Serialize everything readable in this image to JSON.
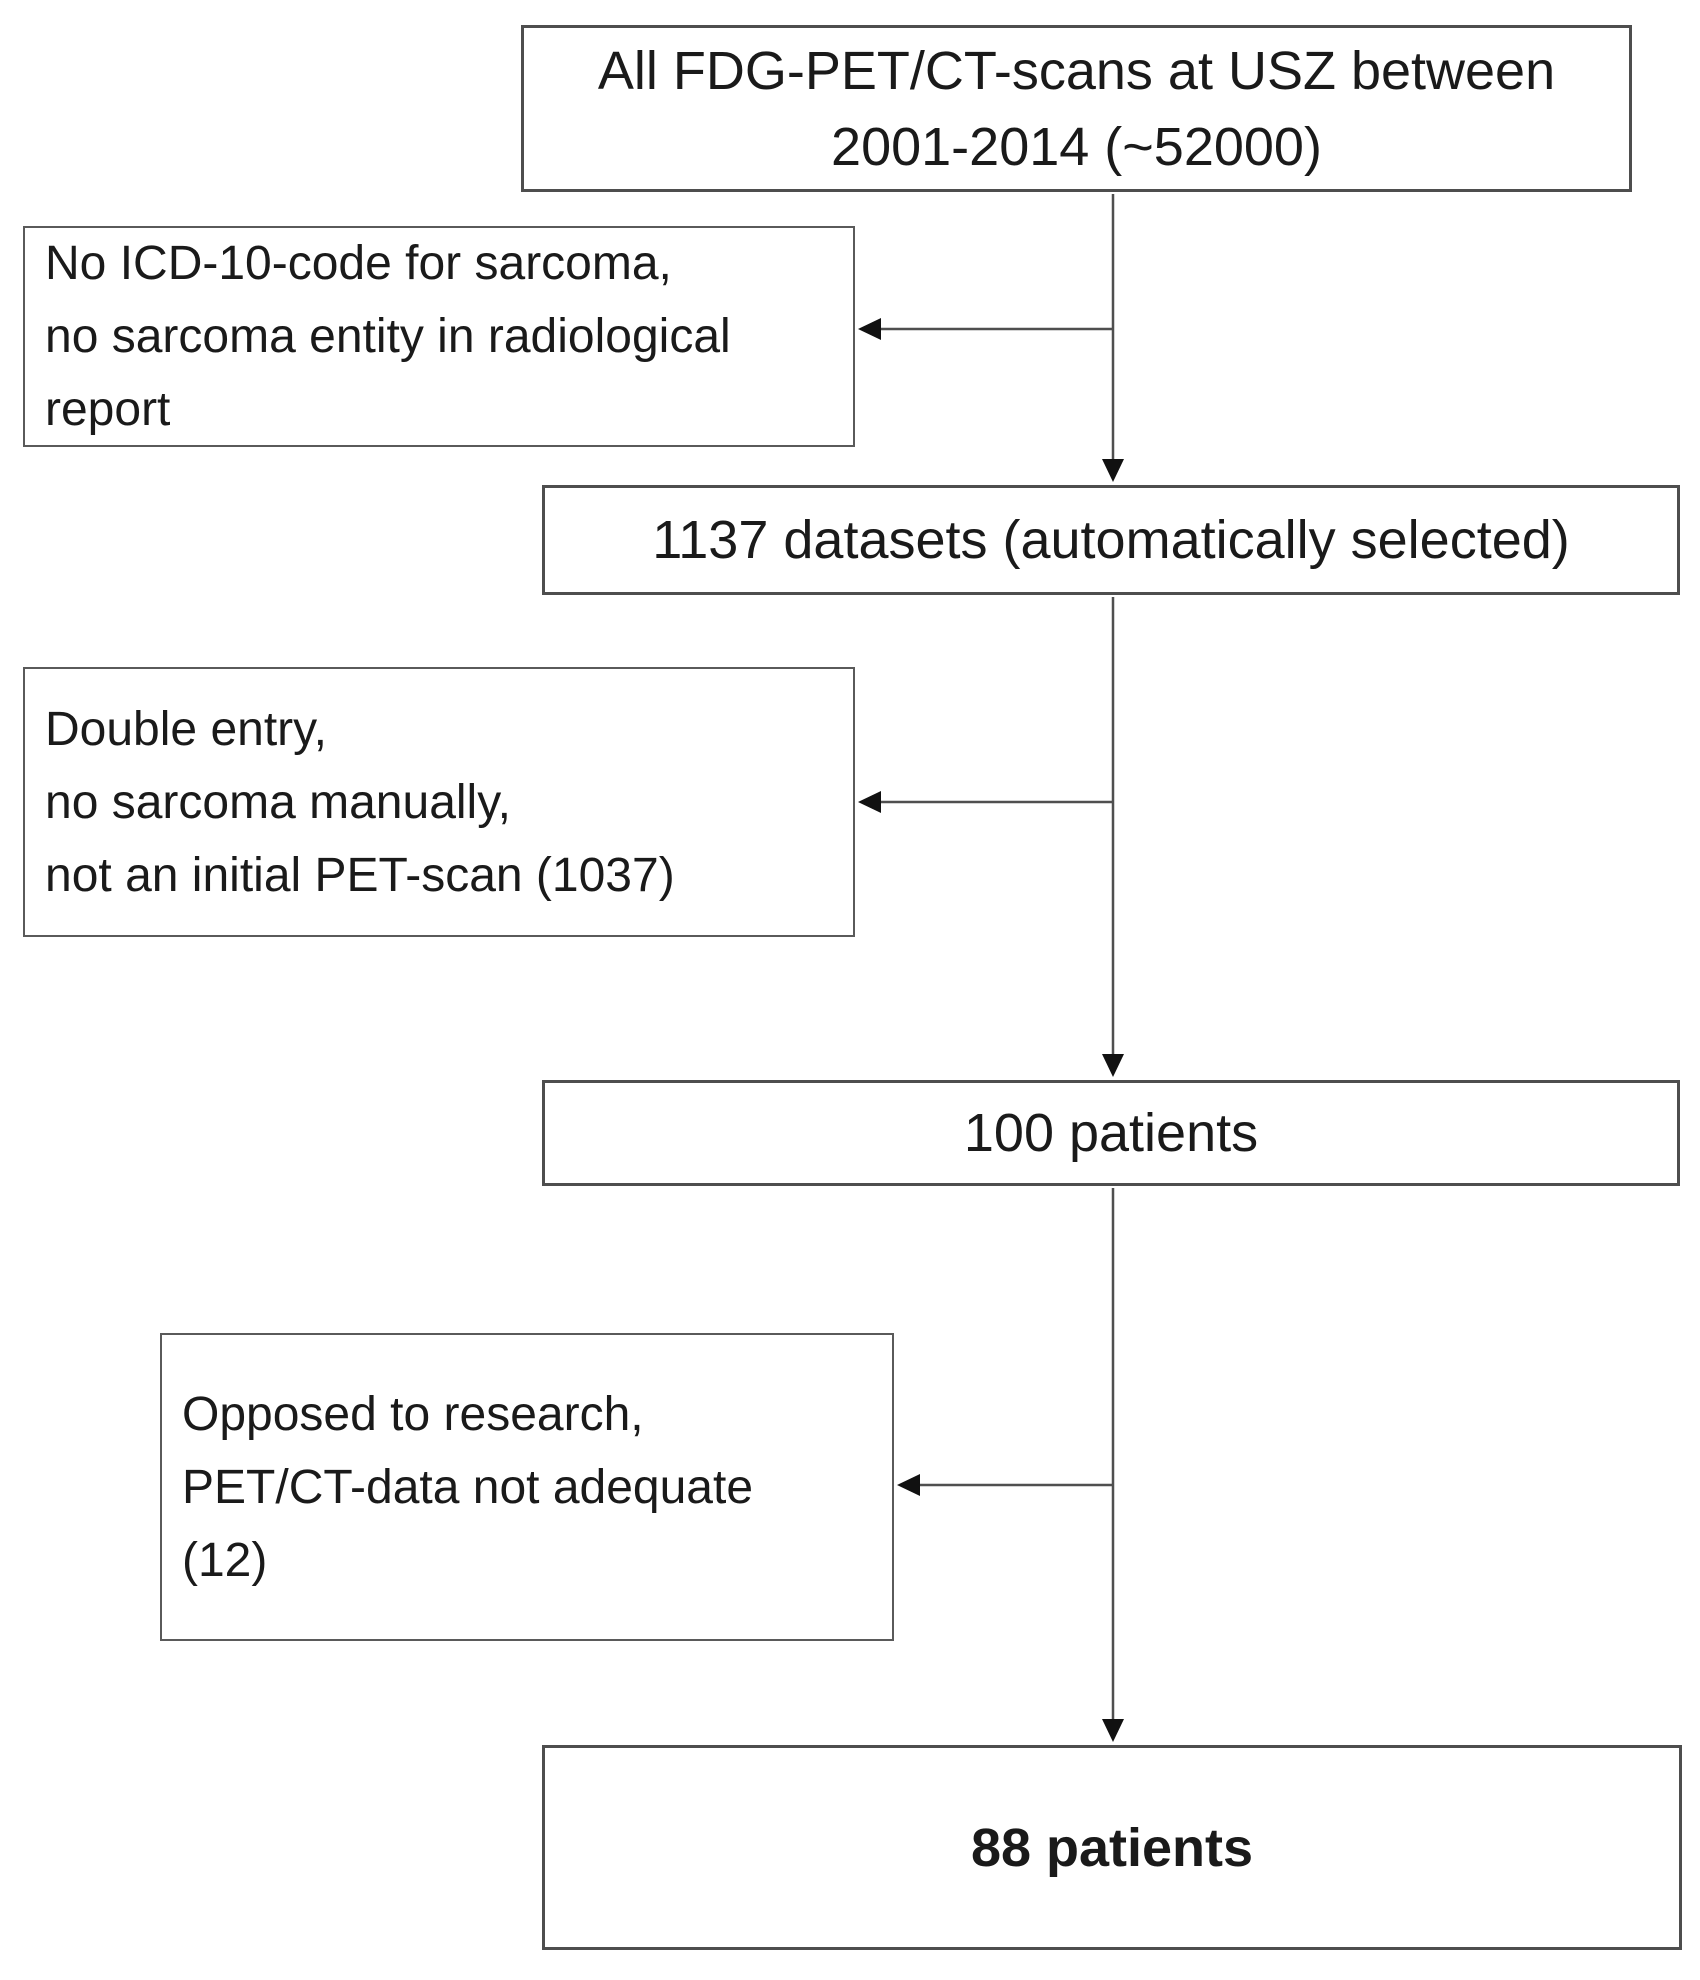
{
  "figure": {
    "kind": "patient-selection-flowchart"
  },
  "colors": {
    "background": "#ffffff",
    "text": "#1a1a1a",
    "box_border": "#4e4e4e",
    "exclusion_box_border": "#5a5a5a",
    "connector_line": "#4f4f4f",
    "arrowhead": "#111111"
  },
  "nodes": {
    "all_scans": {
      "lines": [
        "All FDG-PET/CT-scans at USZ between",
        "2001-2014 (~52000)"
      ]
    },
    "excluded_auto": {
      "lines": [
        "No ICD-10-code for sarcoma,",
        "no sarcoma entity in radiological",
        "report"
      ]
    },
    "datasets": {
      "lines": [
        "1137 datasets (automatically selected)"
      ]
    },
    "excluded_manual": {
      "lines": [
        "Double entry,",
        "no sarcoma manually,",
        "not an initial PET-scan (1037)"
      ]
    },
    "patients_100": {
      "lines": [
        "100 patients"
      ]
    },
    "excluded_consent": {
      "lines": [
        "Opposed to research,",
        "PET/CT-data not adequate",
        "(12)"
      ]
    },
    "patients_88": {
      "lines": [
        "88 patients"
      ]
    }
  },
  "edges": [
    {
      "from": "all_scans",
      "to": "datasets",
      "type": "main-flow"
    },
    {
      "from": "all_scans",
      "to": "excluded_auto",
      "type": "exclusion-branch"
    },
    {
      "from": "datasets",
      "to": "patients_100",
      "type": "main-flow"
    },
    {
      "from": "datasets",
      "to": "excluded_manual",
      "type": "exclusion-branch"
    },
    {
      "from": "patients_100",
      "to": "patients_88",
      "type": "main-flow"
    },
    {
      "from": "patients_100",
      "to": "excluded_consent",
      "type": "exclusion-branch"
    }
  ]
}
